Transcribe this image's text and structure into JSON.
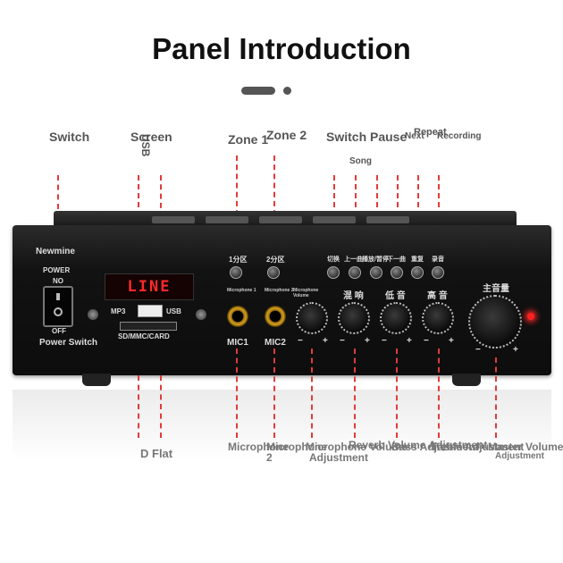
{
  "page": {
    "title": "Panel Introduction"
  },
  "callouts_top": {
    "switch": "Switch",
    "screen": "Screen",
    "usb": "USB",
    "zone1": "Zone 1",
    "zone2": "Zone 2",
    "switch2": "Switch",
    "pause": "Pause",
    "next": "Next",
    "repeat": "Repeat",
    "recording": "Recording",
    "song": "Song"
  },
  "callouts_bottom": {
    "d_flat": "D Flat",
    "microphone_1": "Microphone",
    "microphone_2": "Microphone",
    "microphone_2_num": "2",
    "mic_volume_adj": "Microphone Volume",
    "mic_volume_adj_2": "Adjustment",
    "reverb_adj": "Reverb Volume Adjustment",
    "bass_adj": "Bass Adjustment",
    "treble_adj": "Treble Adjustment",
    "master_volume": "Master Volume",
    "master_volume_2": "Adjustment"
  },
  "panel": {
    "brand": "Newmine",
    "power_label": "POWER",
    "power_on": "NO",
    "power_off": "OFF",
    "power_switch": "Power Switch",
    "lcd_text": "LINE",
    "mp3": "MP3",
    "usb": "USB",
    "sd_card": "SD/MMC/CARD",
    "zone1_cn": "1分区",
    "zone2_cn": "2分区",
    "mic1_small": "Microphone 1",
    "mic2_small": "Microphone 2",
    "mic_volume_small": "Microphone Volume",
    "mic1": "MIC1",
    "mic2": "MIC2",
    "knob_reverb": "混 响",
    "knob_bass": "低 音",
    "knob_treble": "高 音",
    "knob_master": "主音量",
    "btn_switch": "切换",
    "btn_prev": "上一曲",
    "btn_pause": "播放/暂停",
    "btn_next": "下一曲",
    "btn_repeat": "重复",
    "btn_record": "录音",
    "minus": "−",
    "plus": "+"
  },
  "colors": {
    "callout_line": "#e23b3b",
    "lcd_text": "#ff2a2a",
    "device_body": "#121212"
  }
}
